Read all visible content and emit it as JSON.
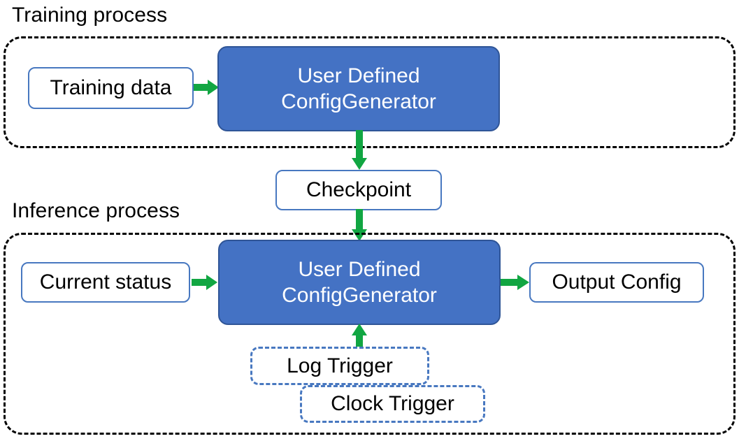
{
  "diagram": {
    "title_training": "Training process",
    "title_inference": "Inference process",
    "colors": {
      "process_fill": "#4472C4",
      "process_border": "#2F5597",
      "data_border": "#4878C0",
      "arrow": "#11A642",
      "container_border": "#000000",
      "trigger_border": "#4878C0"
    }
  },
  "training": {
    "label": "Training process",
    "input": {
      "label": "Training data"
    },
    "generator": {
      "line1": "User Defined",
      "line2": "ConfigGenerator"
    }
  },
  "checkpoint": {
    "label": "Checkpoint"
  },
  "inference": {
    "label": "Inference process",
    "input": {
      "label": "Current status"
    },
    "generator": {
      "line1": "User Defined",
      "line2": "ConfigGenerator"
    },
    "output": {
      "label": "Output Config"
    },
    "triggers": [
      {
        "label": "Log Trigger"
      },
      {
        "label": "Clock Trigger"
      }
    ]
  },
  "arrows": [
    {
      "name": "training-data-to-generator"
    },
    {
      "name": "training-generator-to-checkpoint"
    },
    {
      "name": "checkpoint-to-inference-generator"
    },
    {
      "name": "current-status-to-generator"
    },
    {
      "name": "generator-to-output-config"
    },
    {
      "name": "triggers-to-generator"
    }
  ]
}
